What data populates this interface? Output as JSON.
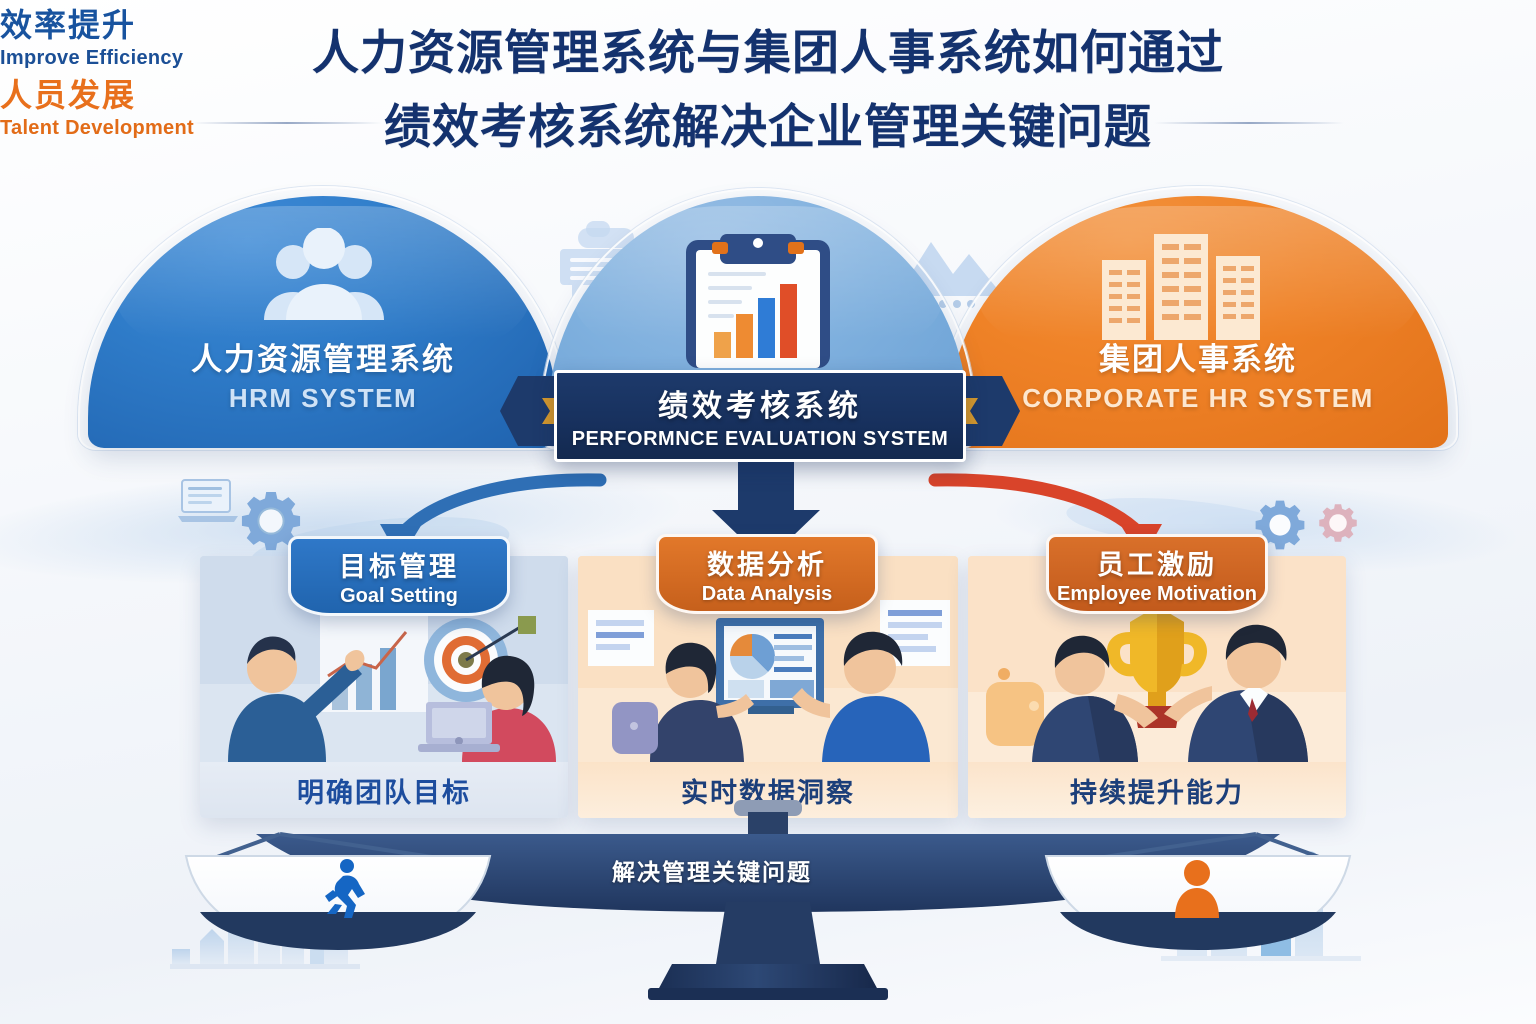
{
  "title": {
    "line1": "人力资源管理系统与集团人事系统如何通过",
    "line2": "绩效考核系统解决企业管理关键问题"
  },
  "colors": {
    "brand_blue": "#1f62ae",
    "brand_orange": "#e2721a",
    "navy": "#17305d",
    "light_blue": "#7fb0de",
    "accent_red": "#d9442a",
    "deco_blue": "#a8c4e4",
    "deco_pink": "#ddb2bd"
  },
  "systems": {
    "left": {
      "cn": "人力资源管理系统",
      "en": "HRM SYSTEM",
      "icon": "people-group-icon",
      "color": "#1f62ae"
    },
    "center": {
      "cn": "绩效考核系统",
      "en": "PERFORMNCE EVALUATION SYSTEM",
      "icon": "clipboard-bar-chart-icon",
      "color": "#17305d"
    },
    "right": {
      "cn": "集团人事系统",
      "en": "CORPORATE HR SYSTEM",
      "icon": "office-buildings-icon",
      "color": "#e2721a"
    }
  },
  "pillars": [
    {
      "cn": "目标管理",
      "en": "Goal Setting",
      "caption": "明确团队目标",
      "tab_color": "#2064ae",
      "illustration": "people-pointing-at-target-and-bar-chart"
    },
    {
      "cn": "数据分析",
      "en": "Data Analysis",
      "caption": "实时数据洞察",
      "tab_color": "#c6601c",
      "illustration": "two-people-reviewing-dashboard-on-monitor"
    },
    {
      "cn": "员工激励",
      "en": "Employee Motivation",
      "caption": "持续提升能力",
      "tab_color": "#c25a1c",
      "illustration": "two-people-handing-over-trophy"
    }
  ],
  "arrows": {
    "left_label": "flow-to-goal-setting",
    "center_label": "flow-to-data-analysis",
    "right_label": "flow-to-employee-motivation",
    "left_color": "#2f6fb5",
    "center_color": "#1d3a6b",
    "right_color": "#d9442a"
  },
  "balance": {
    "beam_text": "解决管理关键问题",
    "left_pan": {
      "cn": "效率提升",
      "en": "Improve Efficiency",
      "icon": "running-person-icon",
      "color": "#18539f"
    },
    "right_pan": {
      "cn": "人员发展",
      "en": "Talent Development",
      "icon": "person-bust-icon",
      "color": "#e8701c"
    }
  },
  "decorations": [
    "chat-bubble-icon",
    "cloud-icon",
    "mountain-icon",
    "gear-icon-left",
    "gear-icon-right-blue",
    "gear-icon-right-pink",
    "laptop-document-icon",
    "city-silhouette",
    "growth-arrows-silhouette"
  ],
  "clipboard_chart": {
    "type": "bar",
    "categories": [
      "1",
      "2",
      "3",
      "4"
    ],
    "values": [
      28,
      48,
      72,
      92
    ],
    "colors": [
      "#efa24a",
      "#ee8b32",
      "#2f7cd6",
      "#e04e28"
    ],
    "title": "",
    "xlabel": "",
    "ylabel": "",
    "ylim": [
      0,
      100
    ],
    "grid": false
  },
  "goal_card_chart": {
    "type": "bar",
    "categories": [
      "1",
      "2",
      "3"
    ],
    "values": [
      42,
      62,
      88
    ],
    "colors": [
      "#a8c4dd",
      "#8fb4d6",
      "#7aa6cf"
    ],
    "trendline": [
      30,
      55,
      78,
      96
    ],
    "ylim": [
      0,
      100
    ],
    "grid": false
  }
}
